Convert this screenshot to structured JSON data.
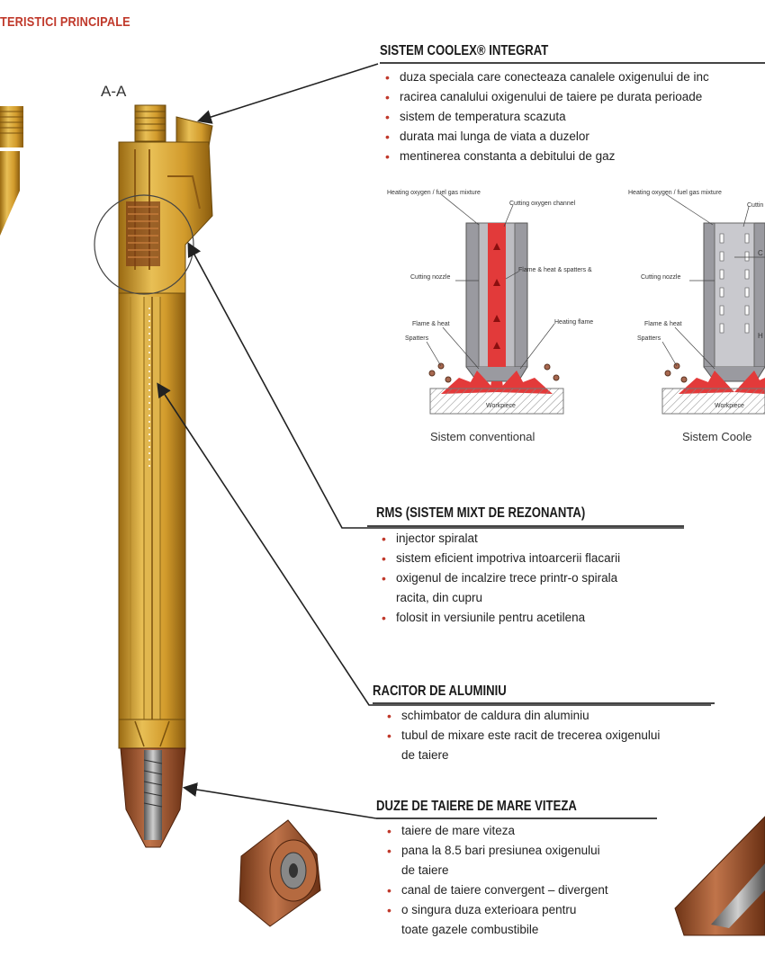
{
  "page": {
    "title": "TERISTICI PRINCIPALE",
    "section_label": "A-A"
  },
  "sections": [
    {
      "title": "SISTEM COOLEX® INTEGRAT",
      "items": [
        "duza speciala care conecteaza canalele oxigenului de inc",
        "racirea canalului oxigenului de taiere pe durata perioade",
        "sistem de temperatura scazuta",
        "durata mai lunga de viata a duzelor",
        "mentinerea constanta a debitului de gaz"
      ]
    },
    {
      "title": "RMS (SISTEM MIXT DE REZONANTA)",
      "items": [
        "injector spiralat",
        "sistem eficient impotriva intoarcerii flacarii",
        "oxigenul de incalzire trece printr-o spirala",
        "racita, din cupru",
        "folosit in versiunile pentru acetilena"
      ]
    },
    {
      "title": "RACITOR DE ALUMINIU",
      "items": [
        "schimbator de caldura din aluminiu",
        "tubul de mixare este racit de trecerea oxigenului",
        "de taiere"
      ]
    },
    {
      "title": "DUZE DE TAIERE DE MARE VITEZA",
      "items": [
        "taiere de mare viteza",
        "pana la 8.5 bari presiunea oxigenului",
        "de taiere",
        "canal de taiere convergent – divergent",
        "o singura duza exterioara pentru",
        "toate gazele combustibile"
      ]
    }
  ],
  "nozzle_diagrams": {
    "conventional": {
      "caption": "Sistem conventional",
      "labels": {
        "heating_mix": "Heating oxygen / fuel gas mixture",
        "cutting_channel": "Cutting oxygen channel",
        "cutting_nozzle": "Cutting nozzle",
        "flame_heat_spatters": "Flame & heat & spatters &",
        "flame_heat": "Flame & heat",
        "heating_flame": "Heating flame",
        "spatters": "Spatters",
        "workpiece": "Workpiece"
      }
    },
    "coolex": {
      "caption": "Sistem Coole",
      "labels": {
        "heating_mix": "Heating oxygen / fuel gas mixture",
        "cutting": "Cuttin",
        "cutting_nozzle": "Cutting nozzle",
        "flame_heat": "Flame & heat",
        "spatters": "Spatters",
        "workpiece": "Workpiece",
        "c_label": "C",
        "h_label": "H"
      }
    }
  },
  "colors": {
    "accent_red": "#c0392b",
    "brass": "#d4a73a",
    "copper": "#a0522d",
    "line": "#333333"
  }
}
